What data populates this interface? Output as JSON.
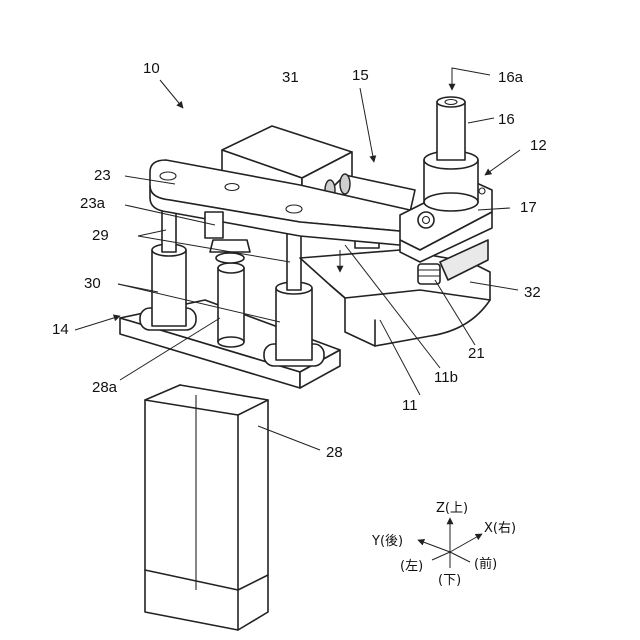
{
  "labels": {
    "l10": "10",
    "l31": "31",
    "l15": "15",
    "l16a": "16a",
    "l16": "16",
    "l12": "12",
    "l23": "23",
    "l23a": "23a",
    "l17": "17",
    "l29": "29",
    "l30": "30",
    "l32": "32",
    "l14": "14",
    "l21": "21",
    "l28a": "28a",
    "l11b": "11b",
    "l11": "11",
    "l28": "28"
  },
  "axes": {
    "z": "Z(上)",
    "x": "X(右)",
    "y": "Y(後)",
    "left": "(左)",
    "front": "(前)",
    "down": "(下)"
  }
}
